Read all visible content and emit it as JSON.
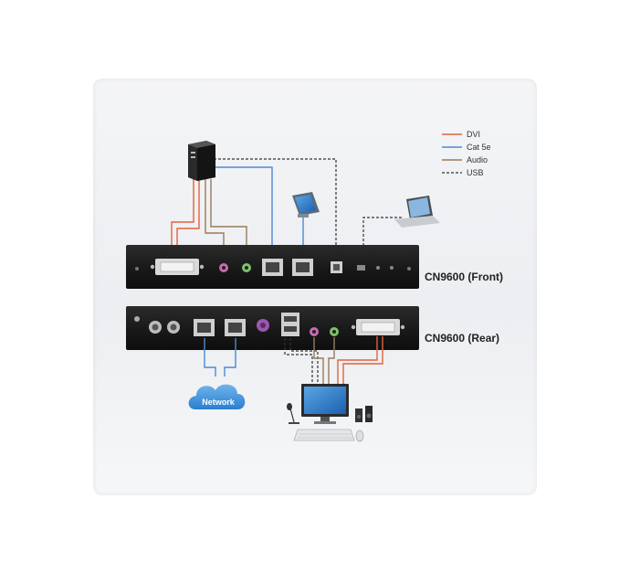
{
  "legend": {
    "dvi": "DVI",
    "cat5e": "Cat 5e",
    "audio": "Audio",
    "usb": "USB"
  },
  "devices": {
    "front_label": "CN9600 (Front)",
    "rear_label": "CN9600 (Rear)"
  },
  "network_label": "Network",
  "colors": {
    "dvi": "#e2633b",
    "cat5e": "#4a8bd4",
    "audio": "#9a7b5a",
    "usb": "#333333"
  }
}
